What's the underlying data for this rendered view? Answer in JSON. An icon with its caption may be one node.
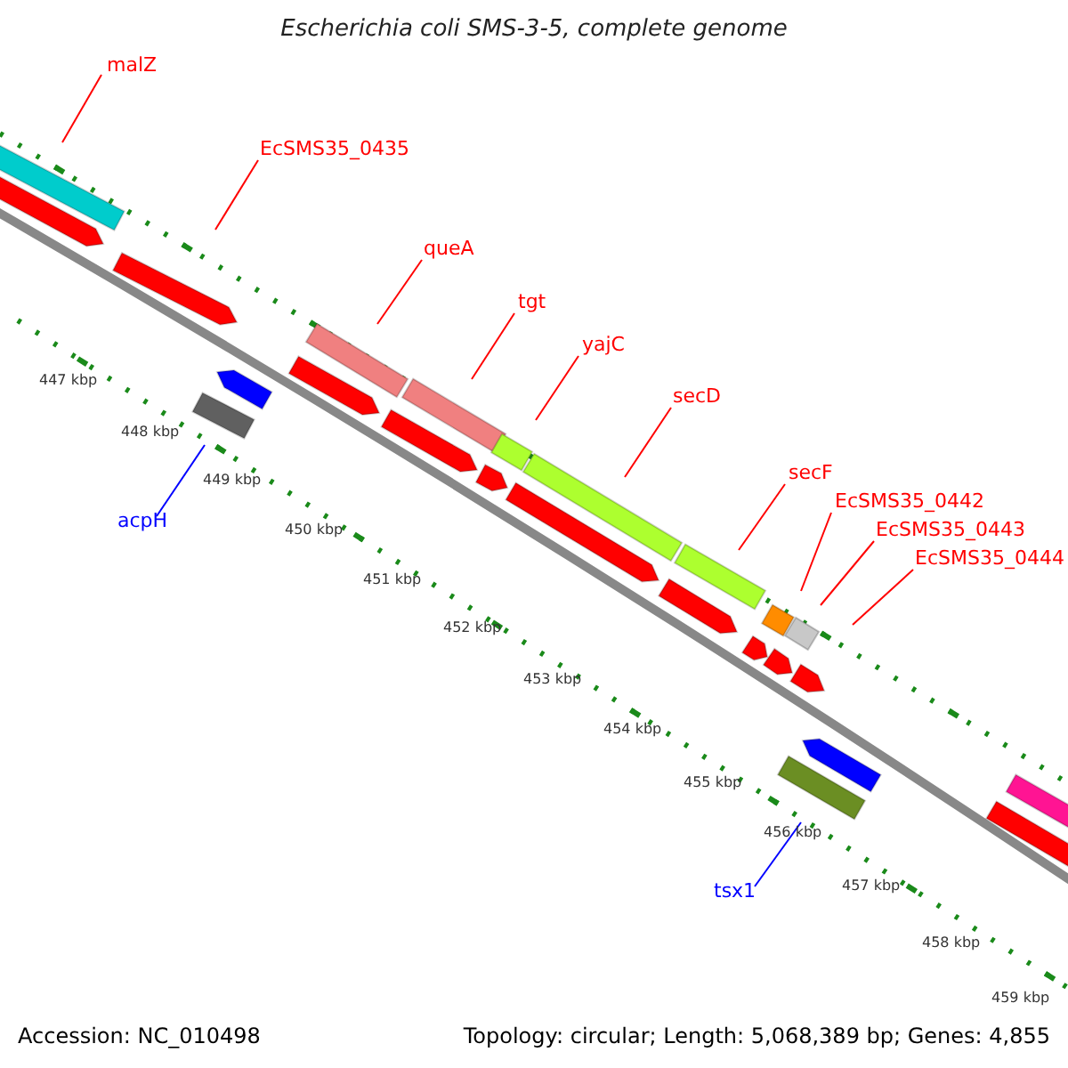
{
  "diagram": {
    "title": "Escherichia coli SMS-3-5, complete genome",
    "nodes": [
      {
        "text": [
          "malZ"
        ]
      },
      {
        "text": [],
        "shape": "bar"
      },
      {
        "text": [
          "EcSMS35_0435"
        ]
      },
      {
        "text": [
          "queA"
        ]
      },
      {
        "text": [],
        "shape": "bar"
      },
      {
        "text": [
          "tgt"
        ]
      },
      {
        "text": [],
        "shape": "bar"
      },
      {
        "text": [
          "yajC"
        ]
      },
      {
        "text": [],
        "shape": "bar"
      },
      {
        "text": [
          "secD"
        ]
      },
      {
        "text": [],
        "shape": "bar"
      },
      {
        "text": [
          "secF"
        ]
      },
      {
        "text": [],
        "shape": "bar"
      },
      {
        "text": [
          "EcSMS35_0442"
        ]
      },
      {
        "text": [],
        "shape": "bar"
      },
      {
        "text": [
          "EcSMS35_0443"
        ]
      },
      {
        "text": [],
        "shape": "bar"
      },
      {
        "text": [
          "EcSMS35_0444"
        ]
      },
      {
        "text": [
          "acpH"
        ]
      },
      {
        "text": [],
        "shape": "bar"
      },
      {
        "text": [
          "tsx1"
        ]
      },
      {
        "text": [],
        "shape": "bar"
      },
      {
        "text": [],
        "shape": "arrow"
      },
      {
        "text": [],
        "shape": "arrow"
      },
      {
        "text": [],
        "shape": "arrow"
      },
      {
        "text": [],
        "shape": "arrow"
      },
      {
        "text": [],
        "shape": "arrow"
      },
      {
        "text": [],
        "shape": "arrow"
      },
      {
        "text": [],
        "shape": "arrow"
      },
      {
        "text": [],
        "shape": "arrow"
      },
      {
        "text": [],
        "shape": "arrow"
      },
      {
        "text": [],
        "shape": "arrow"
      },
      {
        "text": [],
        "shape": "arrow"
      },
      {
        "text": [],
        "shape": "arrow"
      },
      {
        "text": [],
        "shape": "bar"
      },
      {
        "text": [],
        "shape": "bar"
      }
    ],
    "edges": [
      {
        "from": 0,
        "to": 1,
        "arrow": "none"
      },
      {
        "from": 2,
        "to": null,
        "arrow": "none"
      },
      {
        "from": 3,
        "to": 4,
        "arrow": "none"
      },
      {
        "from": 5,
        "to": 6,
        "arrow": "none"
      },
      {
        "from": 7,
        "to": 8,
        "arrow": "none"
      },
      {
        "from": 9,
        "to": 10,
        "arrow": "none"
      },
      {
        "from": 11,
        "to": 12,
        "arrow": "none"
      },
      {
        "from": 13,
        "to": 14,
        "arrow": "none"
      },
      {
        "from": 15,
        "to": 16,
        "arrow": "none"
      },
      {
        "from": 17,
        "to": null,
        "arrow": "none"
      },
      {
        "from": 18,
        "to": 19,
        "arrow": "none",
        "color": "#0000ff"
      },
      {
        "from": 20,
        "to": 21,
        "arrow": "none",
        "color": "#0000ff"
      }
    ],
    "labels": [
      "447 kbp",
      "448 kbp",
      "449 kbp",
      "450 kbp",
      "451 kbp",
      "452 kbp",
      "453 kbp",
      "454 kbp",
      "455 kbp",
      "456 kbp",
      "457 kbp",
      "458 kbp",
      "459 kbp",
      "Accession: NC_010498",
      "Topology: circular; Length: 5,068,389 bp; Genes: 4,855"
    ]
  }
}
